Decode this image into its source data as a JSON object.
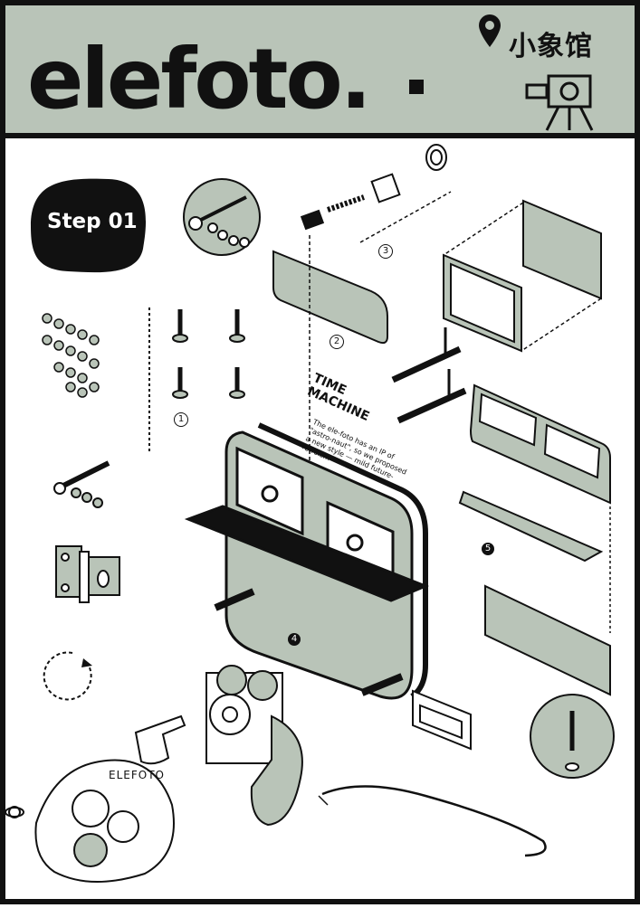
{
  "header": {
    "brand": "elefoto.",
    "location": "小象馆"
  },
  "step": {
    "label": "Step 01"
  },
  "time_machine": {
    "title_line1": "TIME",
    "title_line2": "MACHINE",
    "description": "The ele-foto has an IP of \"astro-naut\", so we proposed a new style — mild future-retroism"
  },
  "badge": {
    "label": "ELEFOTO"
  },
  "steps": {
    "s1": "1",
    "s2": "2",
    "s3": "3",
    "s4": "4",
    "s5": "5"
  },
  "colors": {
    "sage": "#b9c4b8",
    "ink": "#111111",
    "paper": "#ffffff"
  }
}
